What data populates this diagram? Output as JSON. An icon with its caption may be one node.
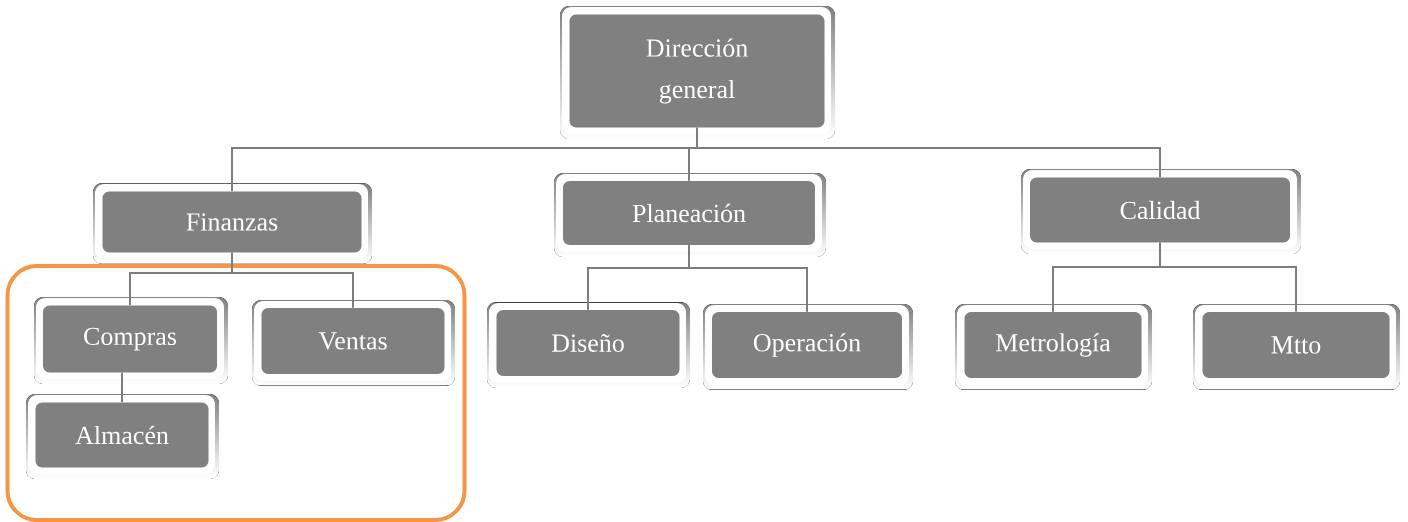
{
  "diagram": {
    "nodes": [
      {
        "text": [
          "Dirección general"
        ]
      },
      {
        "text": [
          "Finanzas"
        ]
      },
      {
        "text": [
          "Planeación"
        ]
      },
      {
        "text": [
          "Calidad"
        ]
      },
      {
        "text": [],
        "shape": "box"
      },
      {
        "text": [
          "Compras"
        ],
        "in": 4
      },
      {
        "text": [
          "Ventas"
        ],
        "in": 4
      },
      {
        "text": [
          "Almacén"
        ],
        "in": 4
      },
      {
        "text": [
          "Diseño"
        ]
      },
      {
        "text": [
          "Operación"
        ]
      },
      {
        "text": [
          "Metrología"
        ]
      },
      {
        "text": [
          "Mtto"
        ]
      }
    ],
    "edges": [
      {
        "from": 0,
        "to": 1,
        "arrow": "none"
      },
      {
        "from": 0,
        "to": 2,
        "arrow": "none"
      },
      {
        "from": 0,
        "to": 3,
        "arrow": "none"
      },
      {
        "from": 1,
        "to": 5,
        "arrow": "none"
      },
      {
        "from": 1,
        "to": 6,
        "arrow": "none"
      },
      {
        "from": 5,
        "to": 7,
        "arrow": "none"
      },
      {
        "from": 2,
        "to": 8,
        "arrow": "none"
      },
      {
        "from": 2,
        "to": 9,
        "arrow": "none"
      },
      {
        "from": 3,
        "to": 10,
        "arrow": "none"
      },
      {
        "from": 3,
        "to": 11,
        "arrow": "none"
      }
    ]
  }
}
